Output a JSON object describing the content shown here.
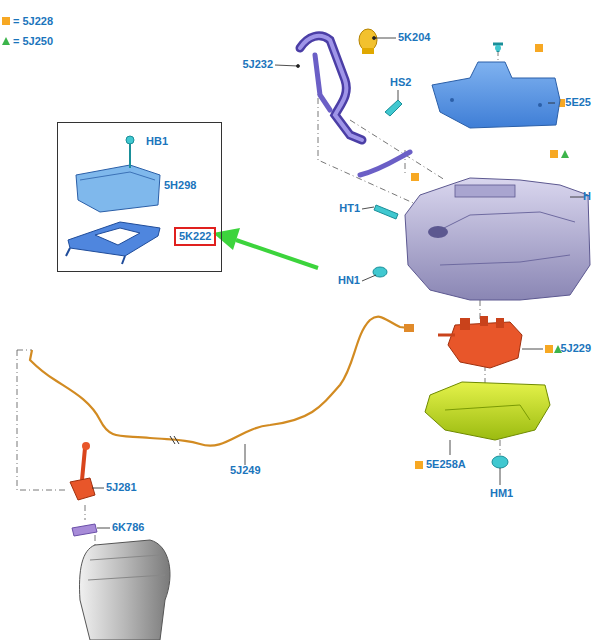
{
  "diagram": {
    "nodes": [
      {
        "text": [
          "HB1",
          "5H298"
        ]
      },
      {
        "text": [
          "5K222"
        ],
        "in": 0
      }
    ],
    "labels": [
      "5K204",
      "5J232",
      "HS2",
      "5E25",
      "H",
      "HT1",
      "HN1",
      "5J229",
      "5E258A",
      "HM1",
      "5J249",
      "5J281",
      "6K786"
    ],
    "legend": [
      {
        "text": "= 5J228",
        "color": "#f7a823"
      },
      {
        "text": "= 5J250"
      }
    ]
  }
}
